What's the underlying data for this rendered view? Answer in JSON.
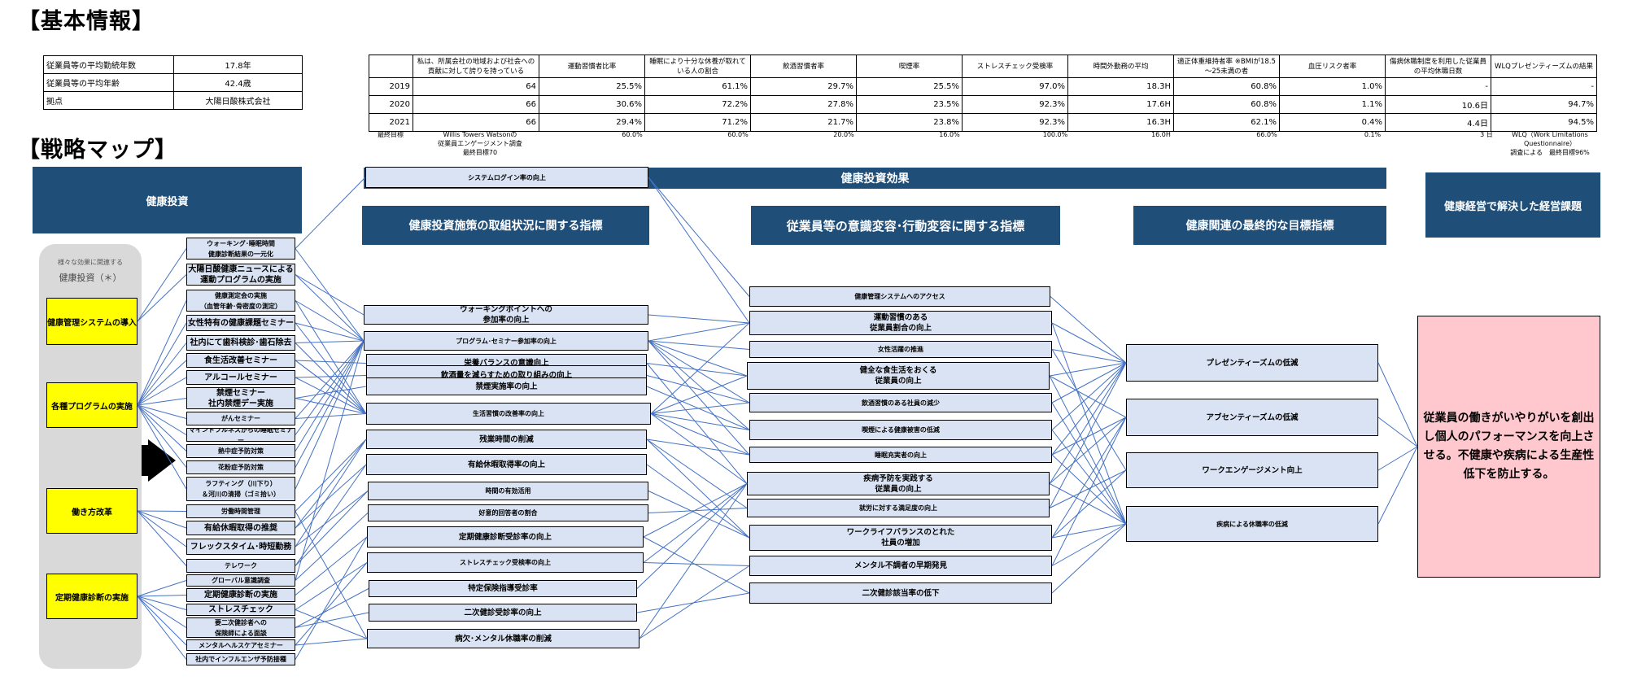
{
  "headings": {
    "basic": "【基本情報】",
    "map": "【戦略マップ】"
  },
  "basic_info": [
    {
      "label": "従業員等の平均勤続年数",
      "value": "17.8年"
    },
    {
      "label": "従業員等の平均年齢",
      "value": "42.4歳"
    },
    {
      "label": "拠点",
      "value": "大陽日酸株式会社"
    }
  ],
  "metrics": {
    "columns": [
      "",
      "私は、所属会社の地域および社会への貢献に対して誇りを持っている",
      "運動習慣者比率",
      "睡眠により十分な休養が取れている人の割合",
      "飲酒習慣者率",
      "喫煙率",
      "ストレスチェック受検率",
      "時間外勤務の平均",
      "適正体重維持者率 ※BMIが18.5～25未満の者",
      "血圧リスク者率",
      "傷病休職制度を利用した従業員の平均休職日数",
      "WLQプレゼンティーズムの結果"
    ],
    "rows": [
      {
        "year": "2019",
        "values": [
          "64",
          "25.5%",
          "61.1%",
          "29.7%",
          "25.5%",
          "97.0%",
          "18.3H",
          "60.8%",
          "1.0%",
          "-",
          "-"
        ]
      },
      {
        "year": "2020",
        "values": [
          "66",
          "30.6%",
          "72.2%",
          "27.8%",
          "23.5%",
          "92.3%",
          "17.6H",
          "60.8%",
          "1.1%",
          "10.6日",
          "94.7%"
        ]
      },
      {
        "year": "2021",
        "values": [
          "66",
          "29.4%",
          "71.2%",
          "21.7%",
          "23.8%",
          "92.3%",
          "16.3H",
          "62.1%",
          "0.4%",
          "4.4日",
          "94.5%"
        ]
      }
    ],
    "targets": [
      "最終目標",
      "Willis Towers Watsonの\n従業員エンゲージメント調査\n最終目標70",
      "60.0%",
      "60.0%",
      "20.0%",
      "16.0%",
      "100.0%",
      "16.0H",
      "66.0%",
      "0.1%",
      "3 日",
      "WLQ（Work Limitations\nQuestionnaire）\n調査による　最終目標96%"
    ]
  },
  "headers": {
    "investment": "健康投資",
    "effect": "健康投資効果",
    "col1": "健康投資施策の取組状況に関する指標",
    "col2": "従業員等の意識変容･行動変容に関する指標",
    "col3": "健康関連の最終的な目標指標",
    "col4": "健康経営で解決した経営課題"
  },
  "invest_group": {
    "caption": "様々な効果に関連する",
    "sub": "健康投資（＊）"
  },
  "categories": [
    "健康管理システムの導入",
    "各種プログラムの実施",
    "働き方改革",
    "定期健康診断の実施"
  ],
  "initiatives": [
    "ウォーキング･睡眠時間\n健康診断結果の一元化",
    "大陽日酸健康ニュースによる\n運動プログラムの実施",
    "健康測定会の実施\n（血管年齢･骨密度の測定）",
    "女性特有の健康課題セミナー",
    "社内にて歯科検診･歯石除去",
    "食生活改善セミナー",
    "アルコールセミナー",
    "禁煙セミナー\n社内禁煙デー実施",
    "がんセミナー",
    "マインドフルネスからの睡眠セミナー",
    "熱中症予防対策",
    "花粉症予防対策",
    "ラフティング（川下り）\n＆河川の清掃（ゴミ拾い）",
    "労働時間管理",
    "有給休暇取得の推奨",
    "フレックスタイム･時短勤務",
    "テレワーク",
    "グローバル意識調査",
    "定期健康診断の実施",
    "ストレスチェック",
    "要二次健診者への\n保険師による面談",
    "メンタルヘルスケアセミナー",
    "社内でインフルエンザ予防接種"
  ],
  "col1_items": [
    "システムログイン率の向上",
    "ウォーキングポイントへの\n参加率の向上",
    "プログラム･セミナー参加率の向上",
    "栄養バランスの意識向上",
    "飲酒量を減らすための取り組みの向上",
    "禁煙実施率の向上",
    "生活習慣の改善率の向上",
    "残業時間の削減",
    "有給休暇取得率の向上",
    "時間の有効活用",
    "好意的回答者の割合",
    "定期健康診断受診率の向上",
    "ストレスチェック受検率の向上",
    "特定保険指導受診率",
    "二次健診受診率の向上",
    "病欠･メンタル休職率の削減"
  ],
  "col2_items": [
    "健康管理システムへのアクセス",
    "運動習慣のある\n従業員割合の向上",
    "女性活躍の推進",
    "健全な食生活をおくる\n従業員の向上",
    "飲酒習慣のある社員の減少",
    "喫煙による健康被害の低減",
    "睡眠充実者の向上",
    "疾病予防を実践する\n従業員の向上",
    "就労に対する満足度の向上",
    "ワークライフバランスのとれた\n社員の増加",
    "メンタル不調者の早期発見",
    "二次健診該当率の低下"
  ],
  "col3_items": [
    "プレゼンティーズムの低減",
    "アブセンティーズムの低減",
    "ワークエンゲージメント向上",
    "疾病による休職率の低減"
  ],
  "goal": "従業員の働きがいやりがいを創出し個人のパフォーマンスを向上させる。不健康や疾病による生産性低下を防止する。",
  "colors": {
    "header": "#1f4e79",
    "box": "#dae3f3",
    "category": "#ffff00",
    "goal": "#ffc7ce",
    "link": "#4472c4"
  }
}
